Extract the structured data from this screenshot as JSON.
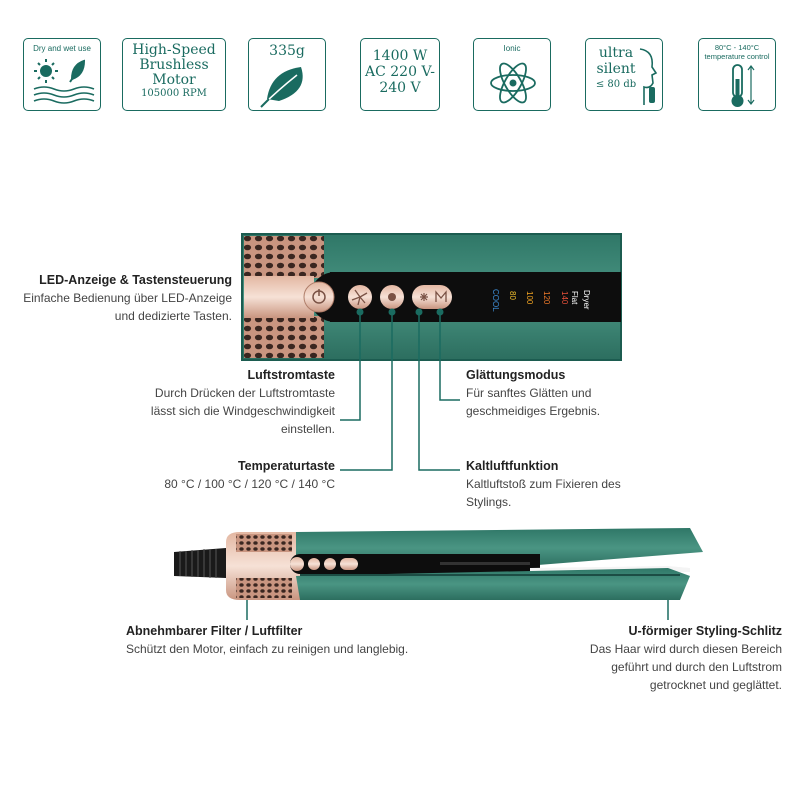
{
  "icons": {
    "dry_wet": {
      "label": "Dry and wet use"
    },
    "motor": {
      "line1": "High-Speed",
      "line2": "Brushless",
      "line3": "Motor",
      "rpm": "105000 RPM"
    },
    "weight": {
      "value": "335g"
    },
    "power": {
      "line1": "1400 W",
      "line2": "AC 220 V-",
      "line3": "240 V"
    },
    "ionic": {
      "label": "Ionic"
    },
    "silent": {
      "line1": "ultra",
      "line2": "silent",
      "line3": "≤ 80 db"
    },
    "temp": {
      "range": "80°C - 140°C",
      "label": "temperature control"
    }
  },
  "panel": {
    "mode_dryer": "Dryer",
    "mode_flat": "Flat",
    "temps": [
      "140",
      "120",
      "100",
      "80",
      "COOL"
    ],
    "temp_colors": [
      "#e8503a",
      "#f07a2a",
      "#f5a623",
      "#f2c12e",
      "#3f8fd8"
    ]
  },
  "callouts": {
    "led": {
      "title": "LED-Anzeige & Tastensteuerung",
      "text1": "Einfache Bedienung über LED-Anzeige",
      "text2": "und dedizierte Tasten."
    },
    "airflow": {
      "title": "Luftstromtaste",
      "text1": "Durch Drücken der Luftstromtaste",
      "text2": "lässt sich die Windgeschwindigkeit",
      "text3": "einstellen."
    },
    "smooth": {
      "title": "Glättungsmodus",
      "text1": "Für sanftes Glätten und",
      "text2": "geschmeidiges Ergebnis."
    },
    "temp": {
      "title": "Temperaturtaste",
      "text1": "80 °C / 100 °C / 120 °C / 140 °C"
    },
    "cold": {
      "title": "Kaltluftfunktion",
      "text1": "Kaltluftstoß zum Fixieren des",
      "text2": "Stylings."
    },
    "filter": {
      "title": "Abnehmbarer Filter / Luftfilter",
      "text1": "Schützt den Motor, einfach zu reinigen und langlebig."
    },
    "slot": {
      "title": "U-förmiger Styling-Schlitz",
      "text1": "Das Haar wird durch diesen Bereich",
      "text2": "geführt und durch den Luftstrom",
      "text3": "getrocknet und geglättet."
    }
  },
  "colors": {
    "brand": "#1a6b60",
    "body": "#3f8a79",
    "rose": "#d9a68f"
  }
}
